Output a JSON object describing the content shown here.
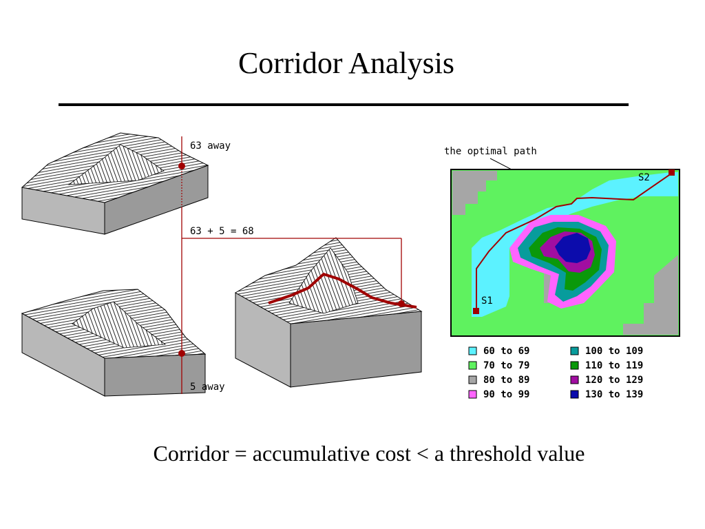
{
  "title": "Corridor Analysis",
  "caption": "Corridor = accumulative cost < a threshold value",
  "terrain": {
    "label_top": "63 away",
    "label_sum": "63 + 5 = 68",
    "label_bottom": "5 away"
  },
  "cost_map": {
    "path_label": "the optimal path",
    "start_label": "S1",
    "end_label": "S2",
    "colors": {
      "c60": "#5cf2ff",
      "c70": "#5ff25f",
      "c80": "#a6a6a6",
      "c90": "#ff64ff",
      "c100": "#089c9c",
      "c110": "#0a980a",
      "c120": "#a10ea1",
      "c130": "#0c0cac",
      "path": "#a00000"
    },
    "legend": [
      {
        "label": "60 to 69",
        "color": "#5cf2ff"
      },
      {
        "label": "70 to 79",
        "color": "#5ff25f"
      },
      {
        "label": "80 to 89",
        "color": "#a6a6a6"
      },
      {
        "label": "90 to 99",
        "color": "#ff64ff"
      },
      {
        "label": "100 to 109",
        "color": "#089c9c"
      },
      {
        "label": "110 to 119",
        "color": "#0a980a"
      },
      {
        "label": "120 to 129",
        "color": "#a10ea1"
      },
      {
        "label": "130 to 139",
        "color": "#0c0cac"
      }
    ]
  }
}
